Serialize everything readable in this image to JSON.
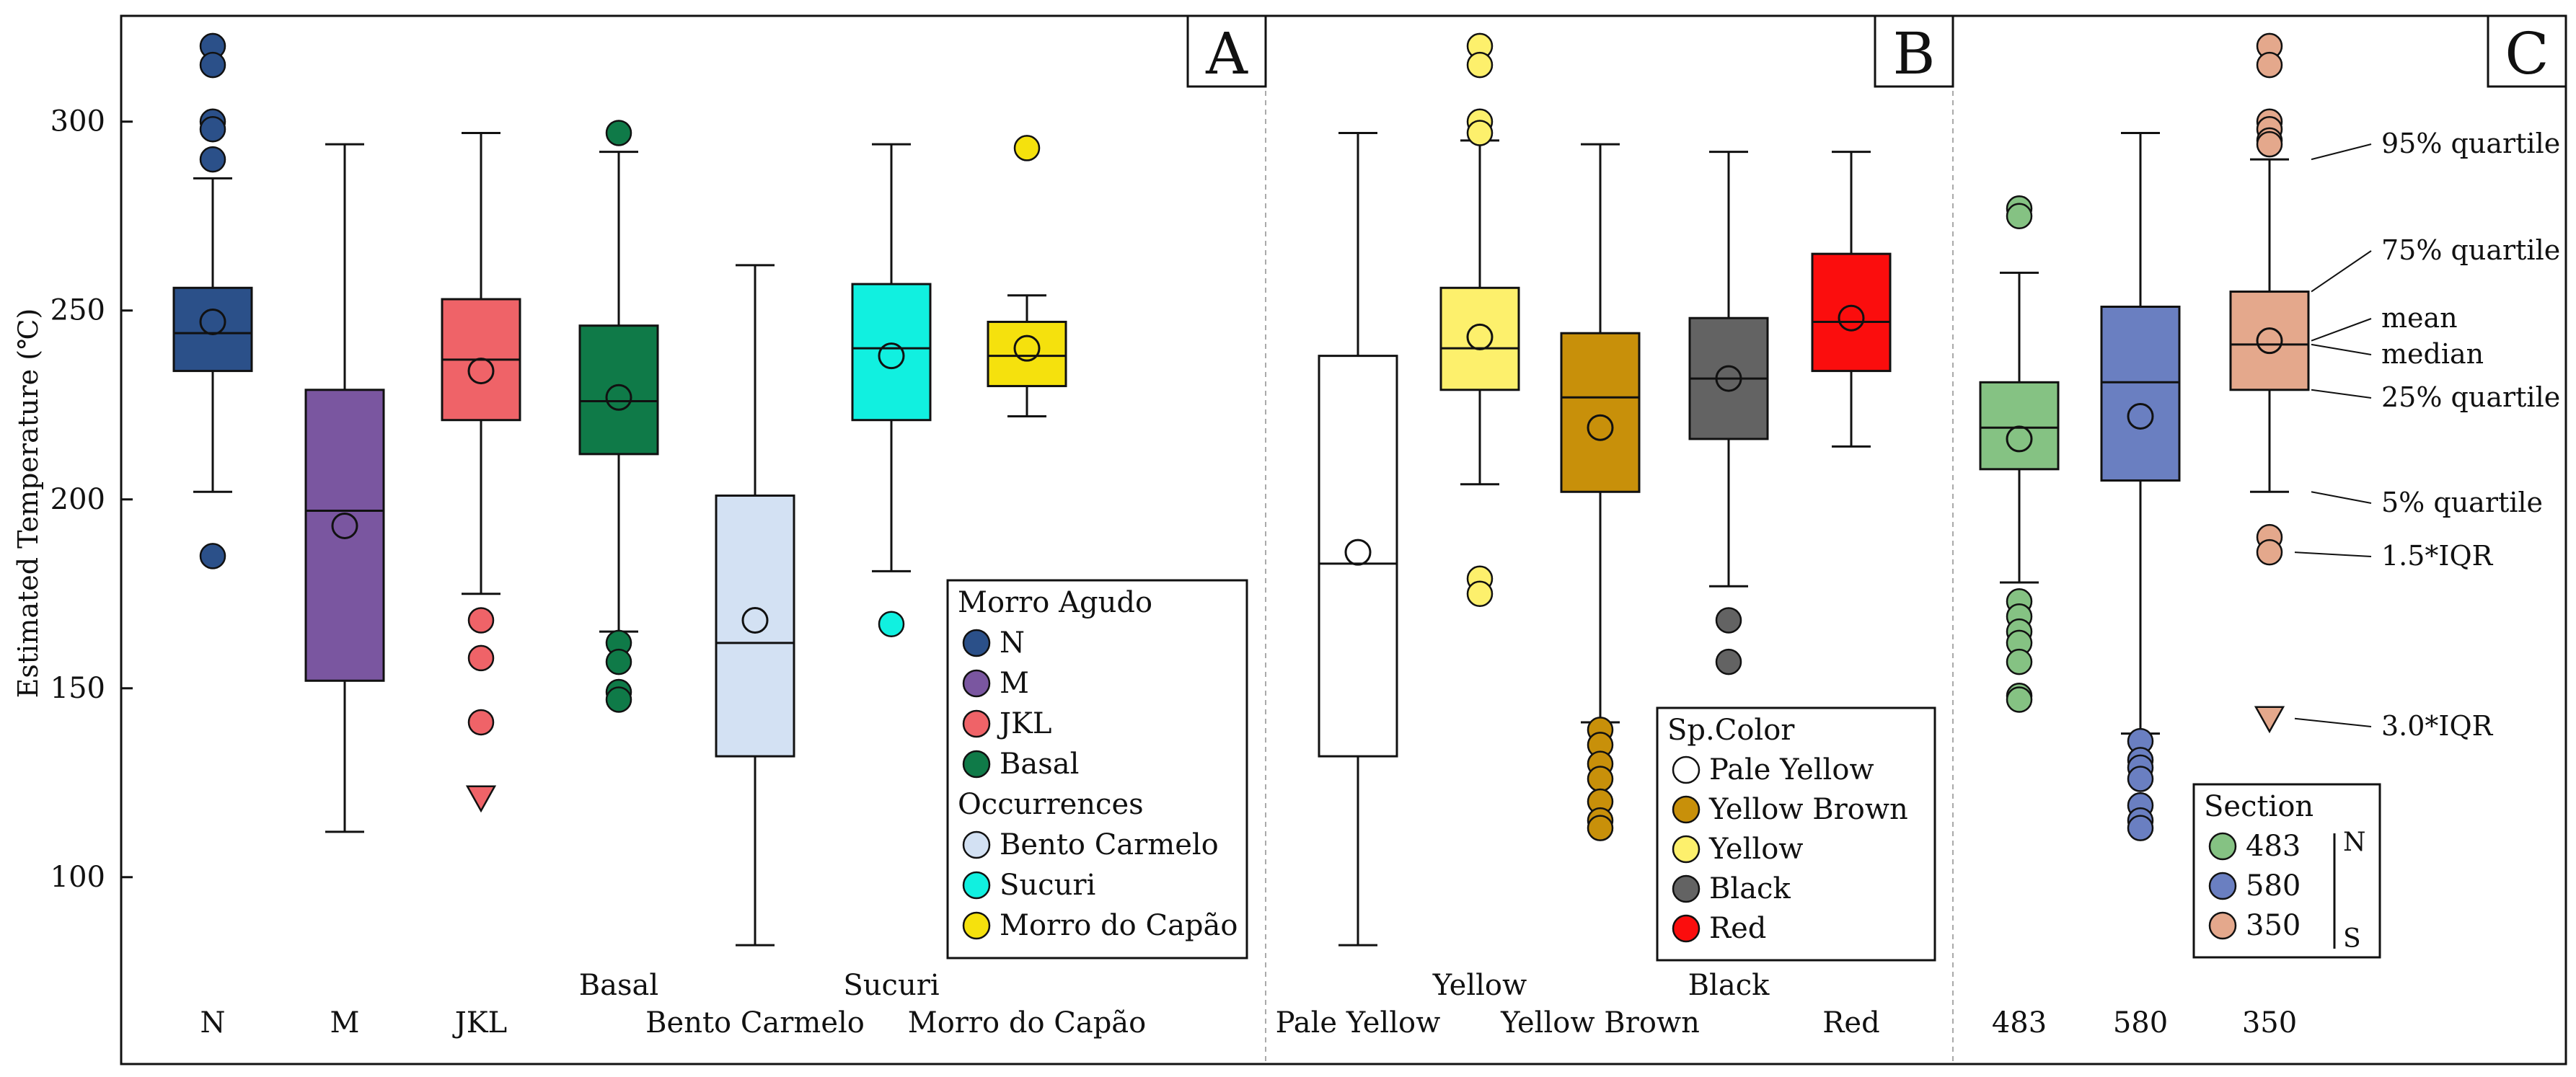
{
  "chart_data": {
    "type": "box",
    "ylabel": "Estimated Temperature (℃)",
    "ylim": [
      70,
      328
    ],
    "yticks": [
      100,
      150,
      200,
      250,
      300
    ],
    "panels": [
      {
        "label": "A",
        "boxes": [
          {
            "name": "N",
            "label_row": 0,
            "color": "#2b5089",
            "whisker_low": 202,
            "q1": 234,
            "median": 244,
            "q3": 256,
            "whisker_high": 285,
            "mean": 247,
            "outliers": [
              320,
              315,
              300,
              298,
              290,
              185
            ],
            "outliers_extreme": []
          },
          {
            "name": "M",
            "label_row": 0,
            "color": "#7a56a0",
            "whisker_low": 112,
            "q1": 152,
            "median": 197,
            "q3": 229,
            "whisker_high": 294,
            "mean": 193,
            "outliers": [],
            "outliers_extreme": []
          },
          {
            "name": "JKL",
            "label_row": 0,
            "color": "#ef6368",
            "whisker_low": 175,
            "q1": 221,
            "median": 237,
            "q3": 253,
            "whisker_high": 297,
            "mean": 234,
            "outliers": [
              168,
              158,
              141
            ],
            "outliers_extreme": [
              121
            ]
          },
          {
            "name": "Basal",
            "label_row": 1,
            "color": "#0f7a48",
            "whisker_low": 165,
            "q1": 212,
            "median": 226,
            "q3": 246,
            "whisker_high": 292,
            "mean": 227,
            "outliers": [
              297,
              162,
              157,
              149,
              147
            ],
            "outliers_extreme": []
          },
          {
            "name": "Bento Carmelo",
            "label_row": 0,
            "color": "#d3e1f3",
            "whisker_low": 82,
            "q1": 132,
            "median": 162,
            "q3": 201,
            "whisker_high": 262,
            "mean": 168,
            "outliers": [],
            "outliers_extreme": []
          },
          {
            "name": "Sucuri",
            "label_row": 1,
            "color": "#11f0e0",
            "whisker_low": 181,
            "q1": 221,
            "median": 240,
            "q3": 257,
            "whisker_high": 294,
            "mean": 238,
            "outliers": [
              167
            ],
            "outliers_extreme": []
          },
          {
            "name": "Morro do Capão",
            "label_row": 0,
            "color": "#f5e10d",
            "whisker_low": 222,
            "q1": 230,
            "median": 238,
            "q3": 247,
            "whisker_high": 254,
            "mean": 240,
            "outliers": [
              293
            ],
            "outliers_extreme": []
          }
        ],
        "legend": {
          "groups": [
            {
              "title": "Morro Agudo",
              "items": [
                {
                  "label": "N",
                  "color": "#2b5089"
                },
                {
                  "label": "M",
                  "color": "#7a56a0"
                },
                {
                  "label": "JKL",
                  "color": "#ef6368"
                },
                {
                  "label": "Basal",
                  "color": "#0f7a48"
                }
              ]
            },
            {
              "title": "Occurrences",
              "items": [
                {
                  "label": "Bento Carmelo",
                  "color": "#d3e1f3"
                },
                {
                  "label": "Sucuri",
                  "color": "#11f0e0"
                },
                {
                  "label": "Morro do Capão",
                  "color": "#f5e10d"
                }
              ]
            }
          ]
        }
      },
      {
        "label": "B",
        "boxes": [
          {
            "name": "Pale Yellow",
            "label_row": 0,
            "color": "#ffffff",
            "whisker_low": 82,
            "q1": 132,
            "median": 183,
            "q3": 238,
            "whisker_high": 297,
            "mean": 186,
            "outliers": [],
            "outliers_extreme": []
          },
          {
            "name": "Yellow",
            "label_row": 1,
            "color": "#fdf06c",
            "whisker_low": 204,
            "q1": 229,
            "median": 240,
            "q3": 256,
            "whisker_high": 295,
            "mean": 243,
            "outliers": [
              320,
              315,
              300,
              297,
              179,
              175
            ],
            "outliers_extreme": []
          },
          {
            "name": "Yellow Brown",
            "label_row": 0,
            "color": "#c8900a",
            "whisker_low": 141,
            "q1": 202,
            "median": 227,
            "q3": 244,
            "whisker_high": 294,
            "mean": 219,
            "outliers": [
              139,
              135,
              130,
              126,
              120,
              115,
              113
            ],
            "outliers_extreme": []
          },
          {
            "name": "Black",
            "label_row": 1,
            "color": "#636363",
            "whisker_low": 177,
            "q1": 216,
            "median": 232,
            "q3": 248,
            "whisker_high": 292,
            "mean": 232,
            "outliers": [
              168,
              157
            ],
            "outliers_extreme": []
          },
          {
            "name": "Red",
            "label_row": 0,
            "color": "#fb0d0d",
            "whisker_low": 214,
            "q1": 234,
            "median": 247,
            "q3": 265,
            "whisker_high": 292,
            "mean": 248,
            "outliers": [],
            "outliers_extreme": []
          }
        ],
        "legend": {
          "groups": [
            {
              "title": "Sp.Color",
              "items": [
                {
                  "label": "Pale Yellow",
                  "color": "#ffffff"
                },
                {
                  "label": "Yellow Brown",
                  "color": "#c8900a"
                },
                {
                  "label": "Yellow",
                  "color": "#fdf06c"
                },
                {
                  "label": "Black",
                  "color": "#636363"
                },
                {
                  "label": "Red",
                  "color": "#fb0d0d"
                }
              ]
            }
          ]
        }
      },
      {
        "label": "C",
        "boxes": [
          {
            "name": "483",
            "label_row": 0,
            "color": "#85c283",
            "whisker_low": 178,
            "q1": 208,
            "median": 219,
            "q3": 231,
            "whisker_high": 260,
            "mean": 216,
            "outliers": [
              277,
              275,
              173,
              169,
              165,
              162,
              157,
              148,
              147
            ],
            "outliers_extreme": []
          },
          {
            "name": "580",
            "label_row": 0,
            "color": "#6a7fc1",
            "whisker_low": 138,
            "q1": 205,
            "median": 231,
            "q3": 251,
            "whisker_high": 297,
            "mean": 222,
            "outliers": [
              136,
              131,
              129,
              126,
              119,
              115,
              113
            ],
            "outliers_extreme": []
          },
          {
            "name": "350",
            "label_row": 0,
            "color": "#e4a88c",
            "whisker_low": 202,
            "q1": 229,
            "median": 241,
            "q3": 255,
            "whisker_high": 290,
            "mean": 242,
            "outliers": [
              320,
              315,
              300,
              298,
              295,
              294,
              190,
              186
            ],
            "outliers_extreme": [
              142
            ]
          }
        ],
        "legend": {
          "groups": [
            {
              "title": "Section",
              "items": [
                {
                  "label": "483",
                  "color": "#85c283"
                },
                {
                  "label": "580",
                  "color": "#6a7fc1"
                },
                {
                  "label": "350",
                  "color": "#e4a88c"
                }
              ]
            }
          ],
          "side_top": "N",
          "side_bottom": "S"
        },
        "annotations": [
          {
            "text": "95% quartile",
            "y": 290
          },
          {
            "text": "75% quartile",
            "y": 255
          },
          {
            "text": "mean",
            "y": 242
          },
          {
            "text": "median",
            "y": 241
          },
          {
            "text": "25% quartile",
            "y": 229
          },
          {
            "text": "5% quartile",
            "y": 202
          },
          {
            "text": "1.5*IQR",
            "y": 186
          },
          {
            "text": "3.0*IQR",
            "y": 142
          }
        ]
      }
    ]
  }
}
